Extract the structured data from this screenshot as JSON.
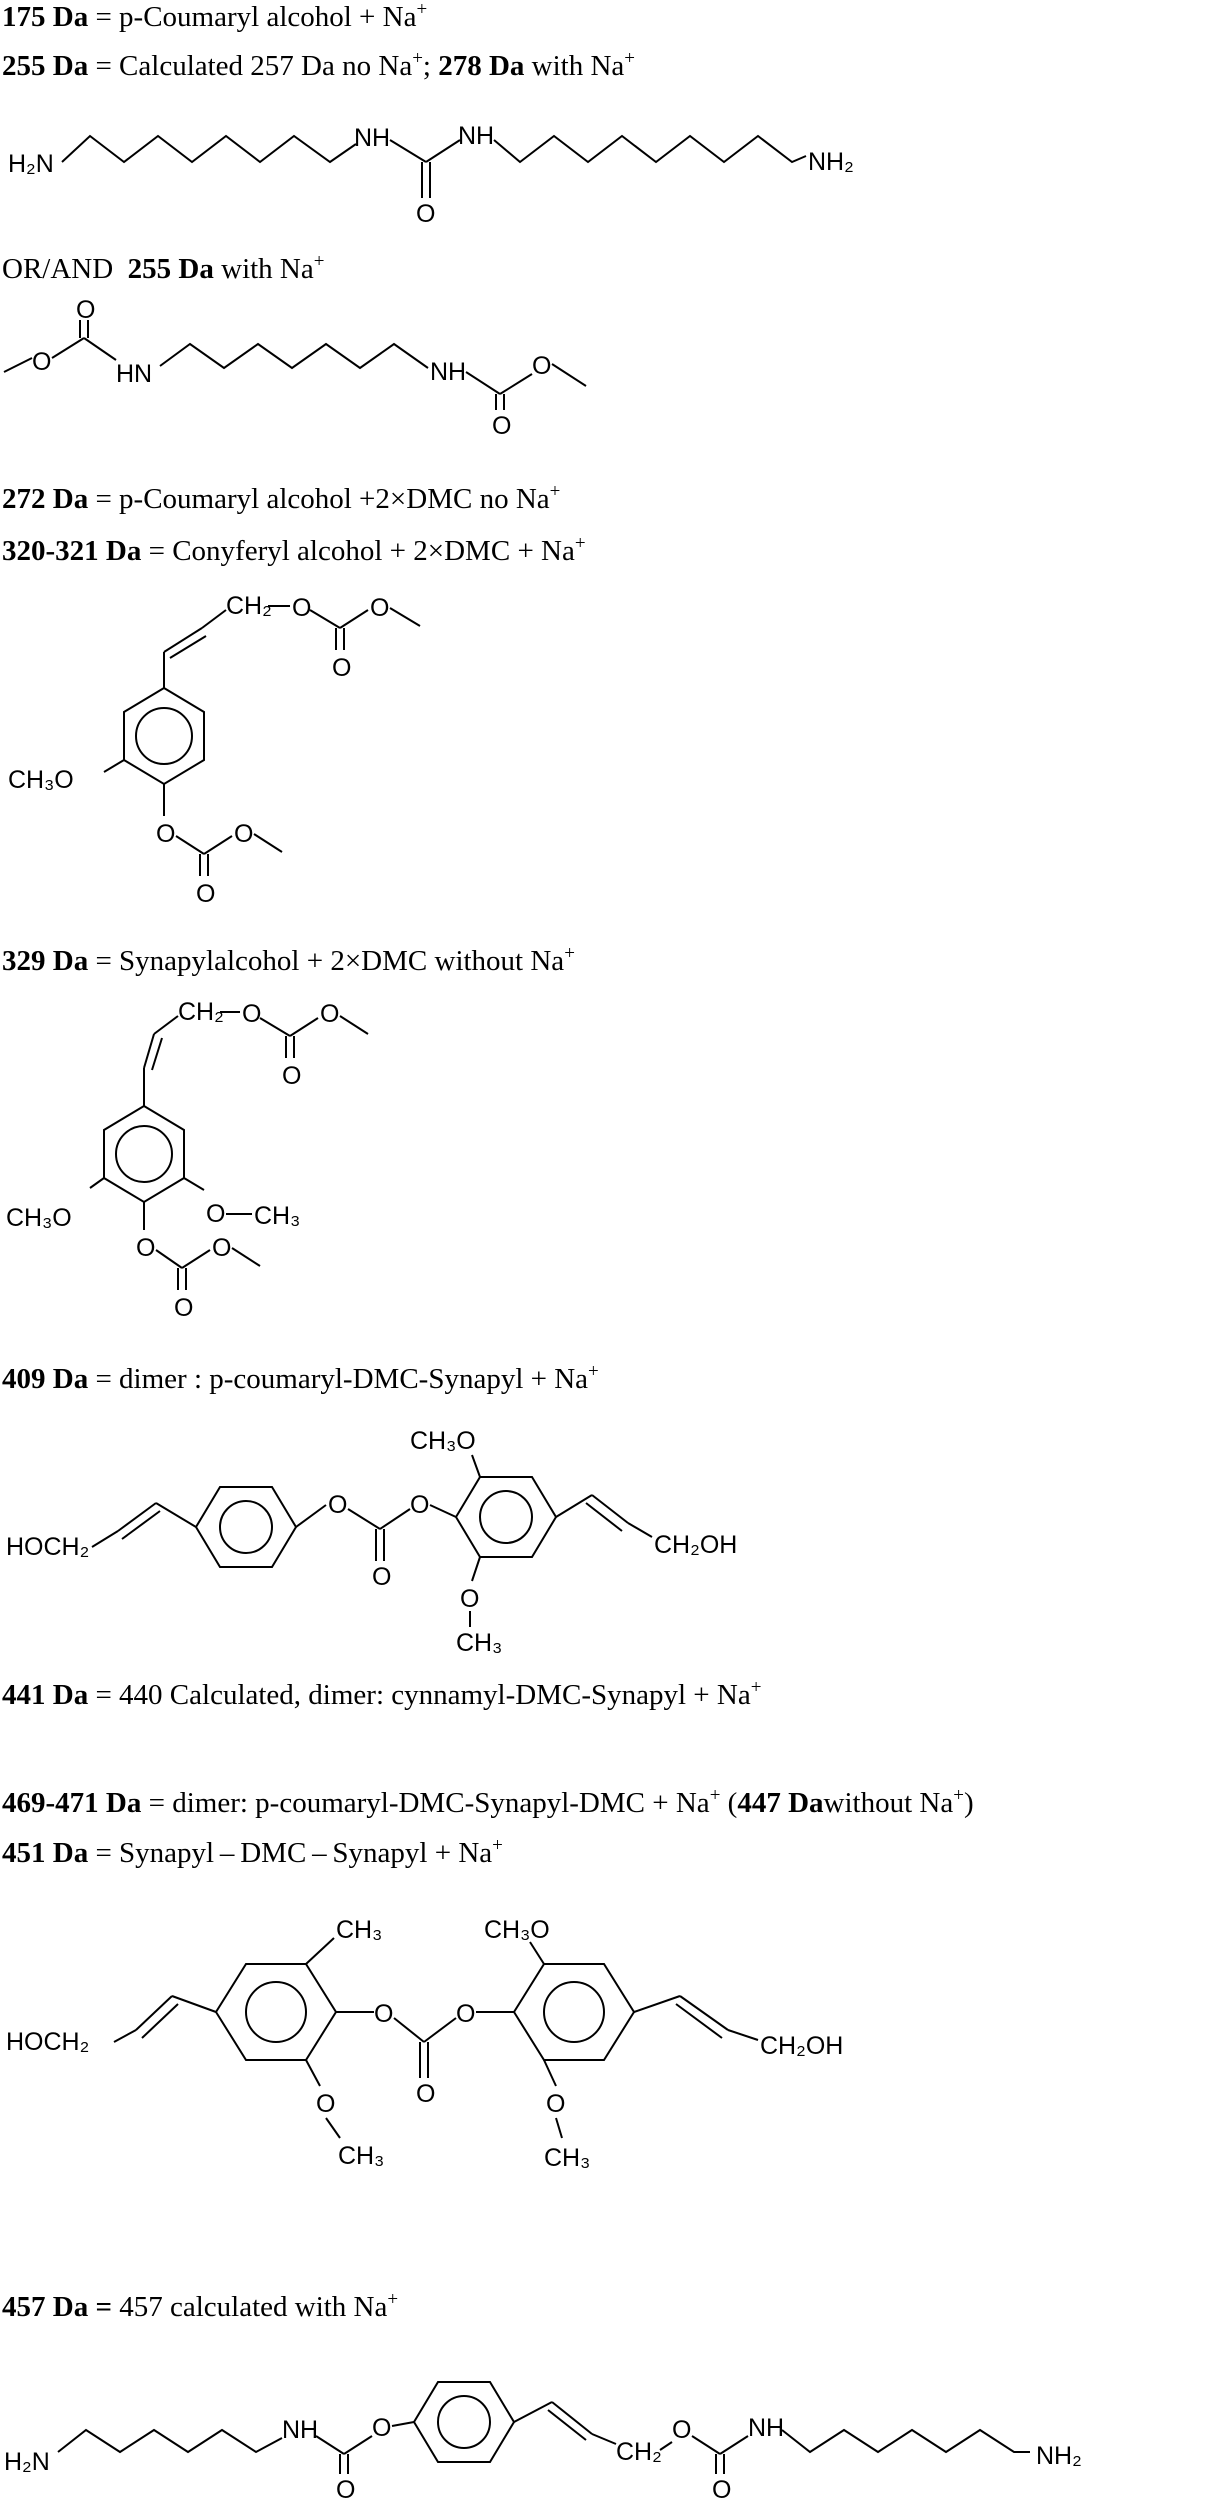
{
  "entries": {
    "e175": {
      "mass": "175 Da",
      "text": " = p-Coumaryl alcohol + Na",
      "sup": "+"
    },
    "e255": {
      "mass": "255 Da",
      "text1": " = Calculated 257 Da no Na",
      "sup1": "+",
      "text2": "; ",
      "mass2": "278 Da",
      "text3": " with Na",
      "sup2": "+"
    },
    "e255b": {
      "prefix": "OR/AND  ",
      "mass": "255 Da",
      "text": " with Na",
      "sup": "+"
    },
    "e272": {
      "mass": "272 Da",
      "text": " = p-Coumaryl alcohol +2×DMC no Na",
      "sup": "+"
    },
    "e320": {
      "mass": "320-321 Da",
      "text": " = Conyferyl alcohol + 2×DMC + Na",
      "sup": "+"
    },
    "e329": {
      "mass": "329 Da",
      "text": " = Synapylalcohol + 2×DMC without Na",
      "sup": "+"
    },
    "e409": {
      "mass": "409 Da",
      "text": " = dimer : p-coumaryl-DMC-Synapyl + Na",
      "sup": "+"
    },
    "e441": {
      "mass": "441 Da",
      "text": " = 440 Calculated, dimer: cynnamyl-DMC-Synapyl + Na",
      "sup": "+"
    },
    "e469": {
      "mass": "469-471 Da",
      "text1": " = dimer: p-coumaryl-DMC-Synapyl-DMC + Na",
      "sup1": "+",
      "text2": " (",
      "mass2": "447 Da",
      "text3": "without Na",
      "sup2": "+",
      "text4": ")"
    },
    "e451": {
      "mass": "451 Da",
      "text": " = Synapyl – DMC – Synapyl + Na",
      "sup": "+"
    },
    "e457": {
      "mass": "457 Da =",
      "text": " 457 calculated with Na",
      "sup": "+"
    }
  },
  "atoms": {
    "H2N": "H₂N",
    "NH": "NH",
    "HN": "HN",
    "NH2": "NH₂",
    "O": "O",
    "CH3O": "CH₃O",
    "CH3": "CH₃",
    "CH2": "CH₂",
    "HOCH2": "HOCH₂",
    "CH2OH": "CH₂OH"
  }
}
